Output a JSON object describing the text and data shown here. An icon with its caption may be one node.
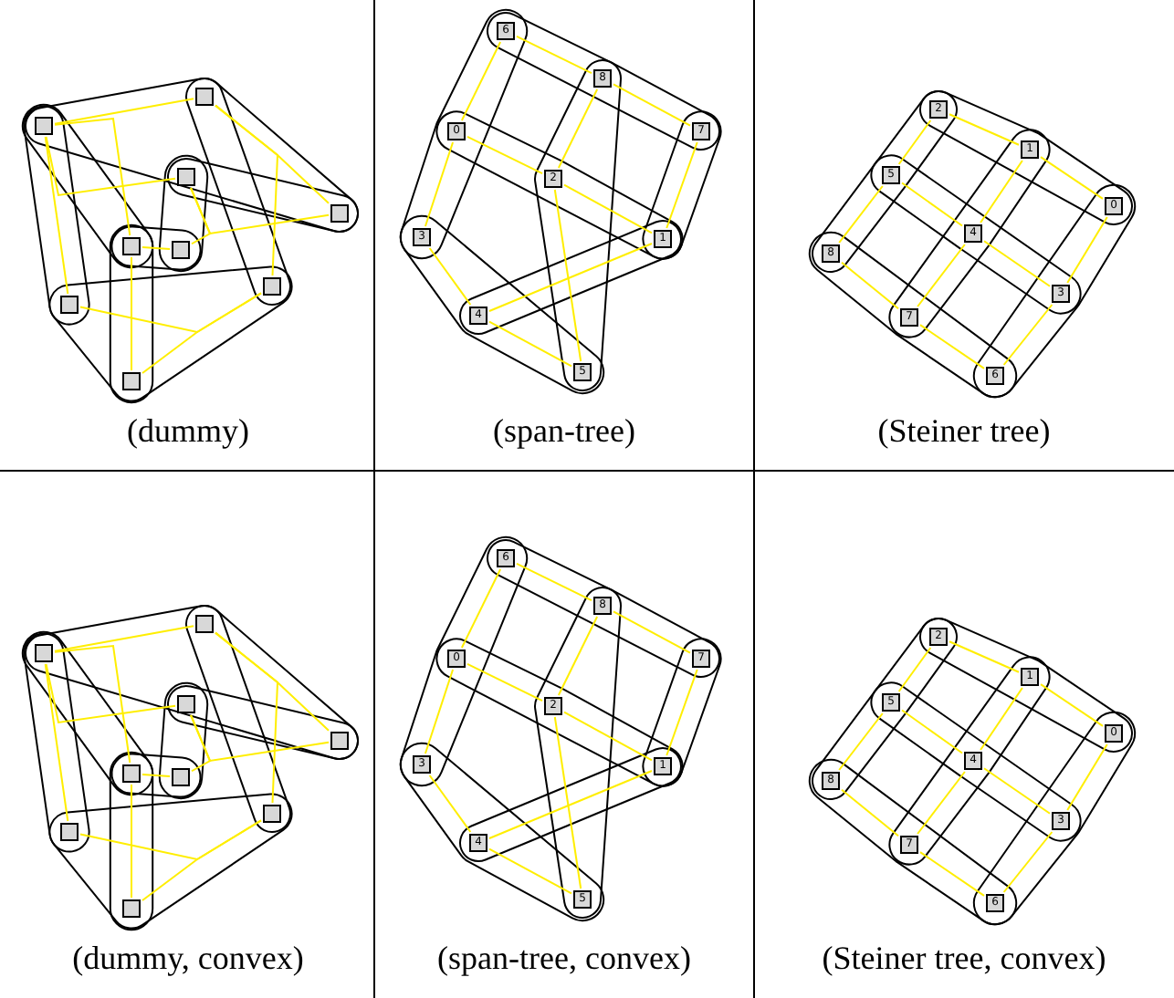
{
  "diagram": {
    "nodes": [
      {
        "text": [],
        "shape": "box"
      },
      {
        "text": [],
        "shape": "box"
      },
      {
        "text": [],
        "shape": "box"
      },
      {
        "text": [],
        "shape": "box"
      },
      {
        "text": [],
        "shape": "box"
      },
      {
        "text": [],
        "shape": "box"
      },
      {
        "text": [],
        "shape": "box"
      },
      {
        "text": [],
        "shape": "box"
      },
      {
        "text": [],
        "shape": "box"
      },
      {
        "text": [
          "6"
        ]
      },
      {
        "text": [
          "8"
        ]
      },
      {
        "text": [
          "7"
        ]
      },
      {
        "text": [
          "0"
        ]
      },
      {
        "text": [
          "2"
        ]
      },
      {
        "text": [
          "1"
        ]
      },
      {
        "text": [
          "3"
        ]
      },
      {
        "text": [
          "4"
        ]
      },
      {
        "text": [
          "5"
        ]
      },
      {
        "text": [
          "2"
        ]
      },
      {
        "text": [
          "1"
        ]
      },
      {
        "text": [
          "5"
        ]
      },
      {
        "text": [
          "0"
        ]
      },
      {
        "text": [
          "4"
        ]
      },
      {
        "text": [
          "8"
        ]
      },
      {
        "text": [
          "3"
        ]
      },
      {
        "text": [
          "7"
        ]
      },
      {
        "text": [
          "6"
        ]
      },
      {
        "text": [],
        "shape": "box"
      },
      {
        "text": [],
        "shape": "box"
      },
      {
        "text": [],
        "shape": "box"
      },
      {
        "text": [],
        "shape": "box"
      },
      {
        "text": [],
        "shape": "box"
      },
      {
        "text": [],
        "shape": "box"
      },
      {
        "text": [],
        "shape": "box"
      },
      {
        "text": [],
        "shape": "box"
      },
      {
        "text": [],
        "shape": "box"
      },
      {
        "text": [
          "6"
        ]
      },
      {
        "text": [
          "8"
        ]
      },
      {
        "text": [
          "7"
        ]
      },
      {
        "text": [
          "0"
        ]
      },
      {
        "text": [
          "2"
        ]
      },
      {
        "text": [
          "1"
        ]
      },
      {
        "text": [
          "3"
        ]
      },
      {
        "text": [
          "4"
        ]
      },
      {
        "text": [
          "5"
        ]
      },
      {
        "text": [
          "2"
        ]
      },
      {
        "text": [
          "1"
        ]
      },
      {
        "text": [
          "5"
        ]
      },
      {
        "text": [
          "0"
        ]
      },
      {
        "text": [
          "4"
        ]
      },
      {
        "text": [
          "8"
        ]
      },
      {
        "text": [
          "3"
        ]
      },
      {
        "text": [
          "7"
        ]
      },
      {
        "text": [
          "6"
        ]
      }
    ],
    "edges": [
      {
        "from": 0,
        "to": 1,
        "arrow": "none"
      },
      {
        "from": 0,
        "to": 3,
        "arrow": "none"
      },
      {
        "from": 0,
        "to": 6,
        "arrow": "none"
      },
      {
        "from": 0,
        "to": 2,
        "arrow": "none"
      },
      {
        "from": 2,
        "to": 5,
        "arrow": "none"
      },
      {
        "from": 2,
        "to": 4,
        "arrow": "none"
      },
      {
        "from": 1,
        "to": 5,
        "arrow": "none"
      },
      {
        "from": 1,
        "to": 7,
        "arrow": "none"
      },
      {
        "from": 6,
        "to": 7,
        "arrow": "none"
      },
      {
        "from": 7,
        "to": 8,
        "arrow": "none"
      },
      {
        "from": 3,
        "to": 8,
        "arrow": "none"
      },
      {
        "from": 3,
        "to": 4,
        "arrow": "none"
      },
      {
        "from": 9,
        "to": 10,
        "arrow": "none"
      },
      {
        "from": 10,
        "to": 11,
        "arrow": "none"
      },
      {
        "from": 9,
        "to": 12,
        "arrow": "none"
      },
      {
        "from": 12,
        "to": 15,
        "arrow": "none"
      },
      {
        "from": 12,
        "to": 13,
        "arrow": "none"
      },
      {
        "from": 13,
        "to": 14,
        "arrow": "none"
      },
      {
        "from": 10,
        "to": 13,
        "arrow": "none"
      },
      {
        "from": 13,
        "to": 17,
        "arrow": "none"
      },
      {
        "from": 11,
        "to": 14,
        "arrow": "none"
      },
      {
        "from": 15,
        "to": 16,
        "arrow": "none"
      },
      {
        "from": 16,
        "to": 17,
        "arrow": "none"
      },
      {
        "from": 16,
        "to": 14,
        "arrow": "none"
      },
      {
        "from": 18,
        "to": 19,
        "arrow": "none"
      },
      {
        "from": 19,
        "to": 21,
        "arrow": "none"
      },
      {
        "from": 18,
        "to": 20,
        "arrow": "none"
      },
      {
        "from": 20,
        "to": 23,
        "arrow": "none"
      },
      {
        "from": 20,
        "to": 22,
        "arrow": "none"
      },
      {
        "from": 22,
        "to": 24,
        "arrow": "none"
      },
      {
        "from": 19,
        "to": 22,
        "arrow": "none"
      },
      {
        "from": 22,
        "to": 25,
        "arrow": "none"
      },
      {
        "from": 23,
        "to": 25,
        "arrow": "none"
      },
      {
        "from": 25,
        "to": 26,
        "arrow": "none"
      },
      {
        "from": 21,
        "to": 24,
        "arrow": "none"
      },
      {
        "from": 24,
        "to": 26,
        "arrow": "none"
      },
      {
        "from": 27,
        "to": 28,
        "arrow": "none"
      },
      {
        "from": 27,
        "to": 30,
        "arrow": "none"
      },
      {
        "from": 27,
        "to": 33,
        "arrow": "none"
      },
      {
        "from": 27,
        "to": 29,
        "arrow": "none"
      },
      {
        "from": 29,
        "to": 32,
        "arrow": "none"
      },
      {
        "from": 29,
        "to": 31,
        "arrow": "none"
      },
      {
        "from": 28,
        "to": 32,
        "arrow": "none"
      },
      {
        "from": 28,
        "to": 34,
        "arrow": "none"
      },
      {
        "from": 33,
        "to": 34,
        "arrow": "none"
      },
      {
        "from": 34,
        "to": 35,
        "arrow": "none"
      },
      {
        "from": 30,
        "to": 35,
        "arrow": "none"
      },
      {
        "from": 30,
        "to": 31,
        "arrow": "none"
      },
      {
        "from": 36,
        "to": 37,
        "arrow": "none"
      },
      {
        "from": 37,
        "to": 38,
        "arrow": "none"
      },
      {
        "from": 36,
        "to": 39,
        "arrow": "none"
      },
      {
        "from": 39,
        "to": 42,
        "arrow": "none"
      },
      {
        "from": 39,
        "to": 40,
        "arrow": "none"
      },
      {
        "from": 40,
        "to": 41,
        "arrow": "none"
      },
      {
        "from": 37,
        "to": 40,
        "arrow": "none"
      },
      {
        "from": 40,
        "to": 44,
        "arrow": "none"
      },
      {
        "from": 38,
        "to": 41,
        "arrow": "none"
      },
      {
        "from": 42,
        "to": 43,
        "arrow": "none"
      },
      {
        "from": 43,
        "to": 44,
        "arrow": "none"
      },
      {
        "from": 43,
        "to": 41,
        "arrow": "none"
      },
      {
        "from": 45,
        "to": 46,
        "arrow": "none"
      },
      {
        "from": 46,
        "to": 48,
        "arrow": "none"
      },
      {
        "from": 45,
        "to": 47,
        "arrow": "none"
      },
      {
        "from": 47,
        "to": 50,
        "arrow": "none"
      },
      {
        "from": 47,
        "to": 49,
        "arrow": "none"
      },
      {
        "from": 49,
        "to": 51,
        "arrow": "none"
      },
      {
        "from": 46,
        "to": 49,
        "arrow": "none"
      },
      {
        "from": 49,
        "to": 52,
        "arrow": "none"
      },
      {
        "from": 50,
        "to": 52,
        "arrow": "none"
      },
      {
        "from": 52,
        "to": 53,
        "arrow": "none"
      },
      {
        "from": 48,
        "to": 51,
        "arrow": "none"
      },
      {
        "from": 51,
        "to": 53,
        "arrow": "none"
      }
    ],
    "labels": [
      "(dummy)",
      "(span-tree)",
      "(Steiner tree)",
      "(dummy, convex)",
      "(span-tree, convex)",
      "(Steiner tree, convex)"
    ]
  }
}
